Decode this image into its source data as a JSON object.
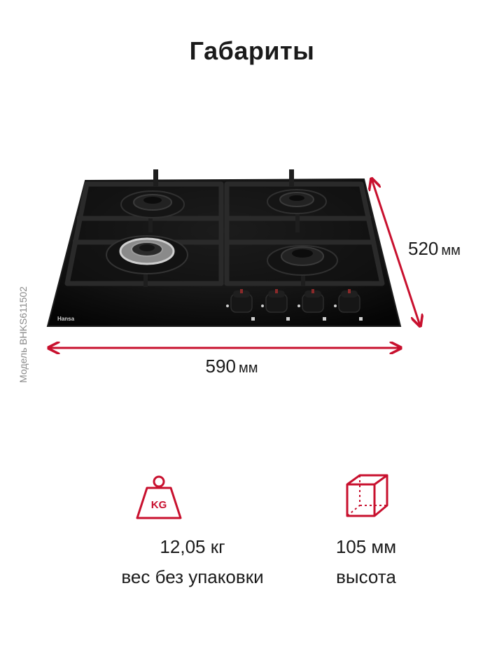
{
  "title": "Габариты",
  "model": "Модель BHKS611502",
  "brand": "Hansa",
  "dimensions": {
    "width_value": "590",
    "depth_value": "520",
    "unit": "мм"
  },
  "specs": {
    "weight": {
      "value": "12,05 кг",
      "label": "вес без упаковки",
      "icon": "weight-kg-icon",
      "icon_text": "KG"
    },
    "height": {
      "value": "105 мм",
      "label": "высота",
      "icon": "box-cube-icon"
    }
  },
  "colors": {
    "accent": "#c8102e",
    "hob": "#0b0b0b",
    "text": "#1a1a1a",
    "muted": "#8a8a8a"
  }
}
